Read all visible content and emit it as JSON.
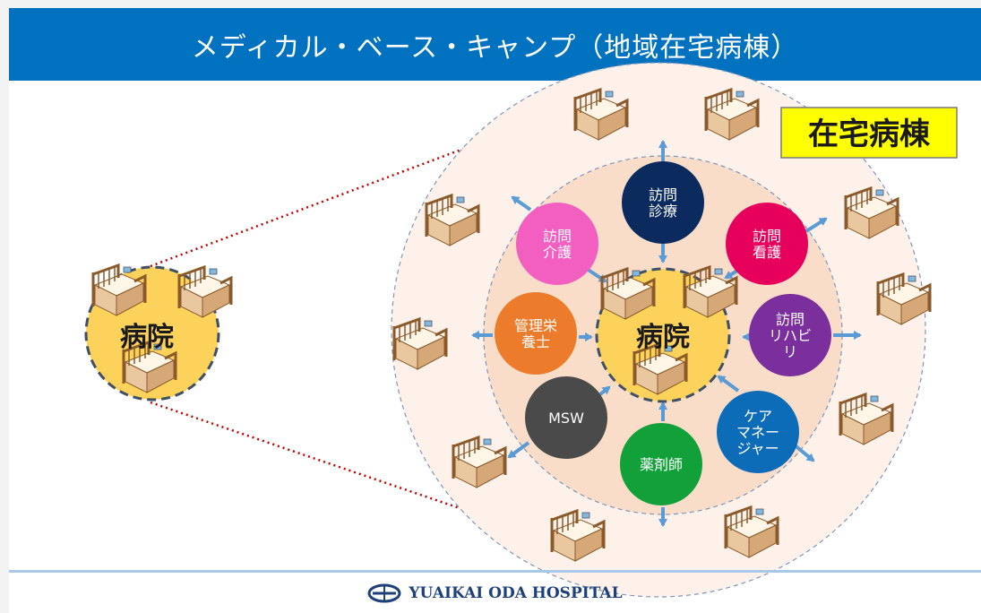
{
  "title": "メディカル・ベース・キャンプ（地域在宅病棟）",
  "ward_label": "在宅病棟",
  "hospital_label": "病院",
  "roles": [
    {
      "lines": [
        "訪問",
        "診療"
      ],
      "color": "#0b2b5e"
    },
    {
      "lines": [
        "訪問",
        "看護"
      ],
      "color": "#e6005c"
    },
    {
      "lines": [
        "訪問",
        "リハビ",
        "リ"
      ],
      "color": "#7a2f9c"
    },
    {
      "lines": [
        "ケア",
        "マネー",
        "ジャー"
      ],
      "color": "#0d6cb8"
    },
    {
      "lines": [
        "薬剤師"
      ],
      "color": "#12a138"
    },
    {
      "lines": [
        "MSW"
      ],
      "color": "#4a4a4a"
    },
    {
      "lines": [
        "管理栄",
        "養士"
      ],
      "color": "#ed7b2c"
    },
    {
      "lines": [
        "訪問",
        "介護"
      ],
      "color": "#f35fc0"
    }
  ],
  "footer": {
    "hospital_name": "YUAIKAI ODA HOSPITAL"
  },
  "colors": {
    "title_bar": "#0072c0",
    "hospital_fill": "#fdd25a",
    "inner_circle": "#f9ddc9",
    "outer_circle": "#fdf1ea",
    "ward_box": "#ffff00",
    "arrow": "#5b9bd5",
    "dotted_line": "#c00000"
  }
}
